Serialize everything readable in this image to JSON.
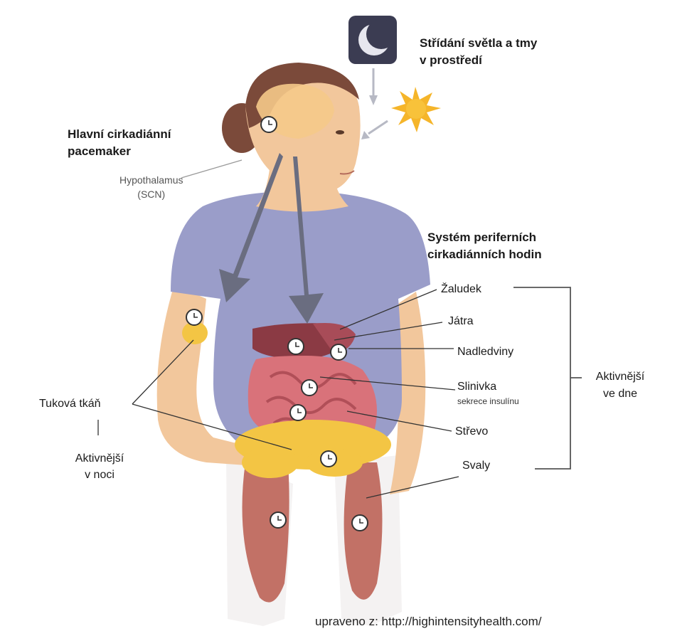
{
  "labels": {
    "environment": [
      "Střídání světla a tmy",
      "v prostředí"
    ],
    "master": [
      "Hlavní cirkadiánní",
      "pacemaker"
    ],
    "hypothalamus": [
      "Hypothalamus",
      "(SCN)"
    ],
    "peripheral": [
      "Systém periferních",
      "cirkadiánních hodin"
    ],
    "organs": {
      "stomach": "Žaludek",
      "liver": "Játra",
      "adrenal": "Nadledviny",
      "pancreas": "Slinivka",
      "pancreas_sub": "sekrece insulínu",
      "intestine": "Střevo",
      "muscles": "Svaly"
    },
    "adipose": "Tuková tkáň",
    "active_night": [
      "Aktivnější",
      "v noci"
    ],
    "active_day": [
      "Aktivnější",
      "ve dne"
    ]
  },
  "source": "upraveno z: http://highintensityhealth.com/",
  "colors": {
    "shirt": "#9a9dc9",
    "skin": "#f2c79c",
    "hair": "#7b4a3a",
    "brain": "#f5c98a",
    "arrow": "#6a6d80",
    "organs": "#d9727a",
    "fat": "#f3c544",
    "muscle": "#b85a4e",
    "sun": "#f5b52a",
    "moon_bg": "#3b3c52",
    "bracket": "#555555"
  },
  "icons": [
    "moon-icon",
    "sun-icon",
    "clock-icon"
  ]
}
